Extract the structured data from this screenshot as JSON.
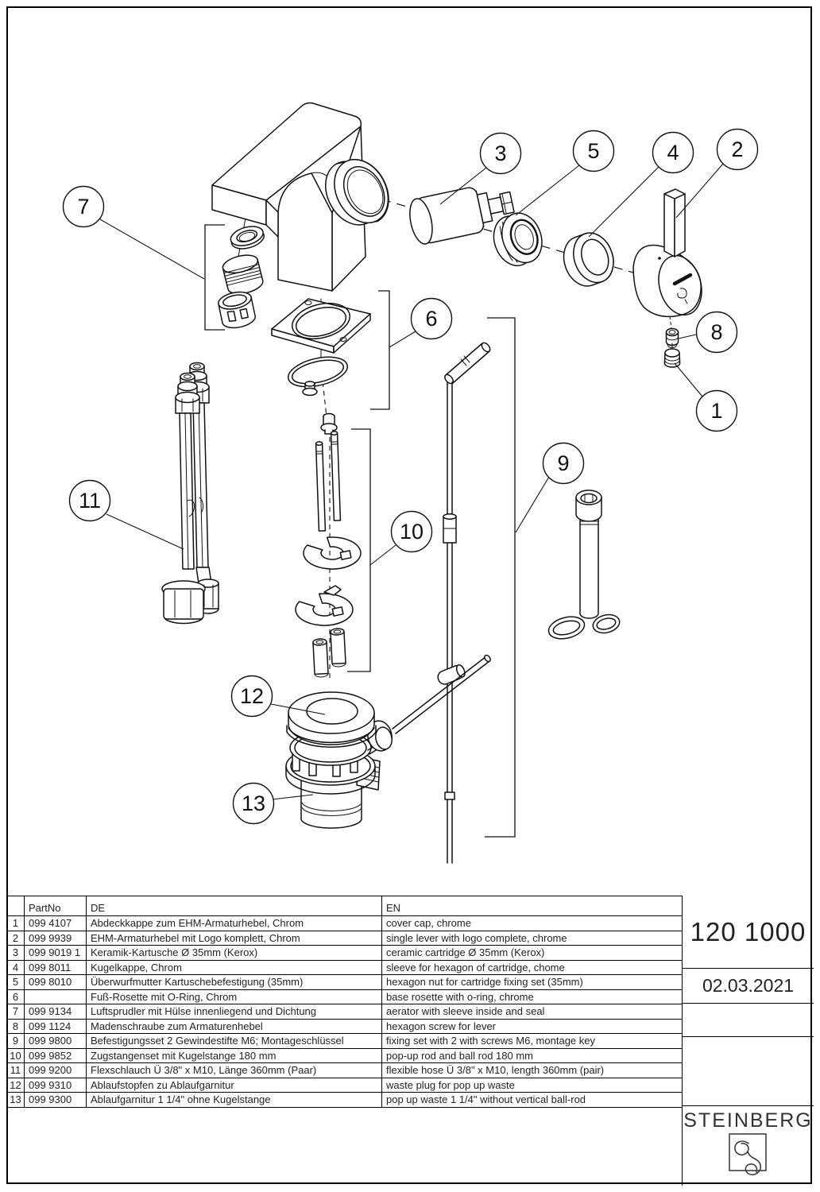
{
  "titleblock": {
    "product_code": "120 1000",
    "date": "02.03.2021",
    "brand": "STEINBERG"
  },
  "table": {
    "headers": {
      "index": "",
      "part_no": "PartNo",
      "de": "DE",
      "en": "EN"
    },
    "parts": [
      {
        "no": "1",
        "part_no": "099 4107",
        "de": "Abdeckkappe zum EHM-Armaturhebel, Chrom",
        "en": "cover cap, chrome"
      },
      {
        "no": "2",
        "part_no": "099 9939",
        "de": "EHM-Armaturhebel mit Logo komplett, Chrom",
        "en": "single lever with logo complete, chrome"
      },
      {
        "no": "3",
        "part_no": "099 9019 1",
        "de": "Keramik-Kartusche Ø 35mm (Kerox)",
        "en": "ceramic cartridge Ø 35mm (Kerox)"
      },
      {
        "no": "4",
        "part_no": "099 8011",
        "de": "Kugelkappe, Chrom",
        "en": "sleeve for hexagon of cartridge, chome"
      },
      {
        "no": "5",
        "part_no": "099 8010",
        "de": "Überwurfmutter Kartuschebefestigung (35mm)",
        "en": "hexagon nut for cartridge fixing set (35mm)"
      },
      {
        "no": "6",
        "part_no": "",
        "de": "Fuß-Rosette mit O-Ring, Chrom",
        "en": "base rosette with o-ring, chrome"
      },
      {
        "no": "7",
        "part_no": "099 9134",
        "de": "Luftsprudler mit Hülse innenliegend und Dichtung",
        "en": "aerator with sleeve inside and seal"
      },
      {
        "no": "8",
        "part_no": "099 1124",
        "de": "Madenschraube zum Armaturenhebel",
        "en": "hexagon screw for lever"
      },
      {
        "no": "9",
        "part_no": "099 9800",
        "de": "Befestigungsset 2 Gewindestifte M6; Montageschlüssel",
        "en": "fixing set with 2 with screws M6, montage key"
      },
      {
        "no": "10",
        "part_no": "099 9852",
        "de": "Zugstangenset mit Kugelstange 180 mm",
        "en": "pop-up rod and ball rod 180 mm"
      },
      {
        "no": "11",
        "part_no": "099 9200",
        "de": "Flexschlauch Ü 3/8\" x M10, Länge 360mm (Paar)",
        "en": "flexible hose Ü 3/8\" x M10, length 360mm (pair)"
      },
      {
        "no": "12",
        "part_no": "099 9310",
        "de": "Ablaufstopfen zu Ablaufgarnitur",
        "en": "waste plug for pop up waste"
      },
      {
        "no": "13",
        "part_no": "099 9300",
        "de": "Ablaufgarnitur 1 1/4\" ohne Kugelstange",
        "en": "pop up waste 1 1/4\" without vertical ball-rod"
      }
    ]
  },
  "diagram": {
    "description": "Exploded view of single-lever basin mixer with pop-up waste",
    "callouts": [
      {
        "label": "1"
      },
      {
        "label": "2"
      },
      {
        "label": "3"
      },
      {
        "label": "4"
      },
      {
        "label": "5"
      },
      {
        "label": "6"
      },
      {
        "label": "7"
      },
      {
        "label": "8"
      },
      {
        "label": "9"
      },
      {
        "label": "10"
      },
      {
        "label": "11"
      },
      {
        "label": "12"
      },
      {
        "label": "13"
      }
    ]
  }
}
